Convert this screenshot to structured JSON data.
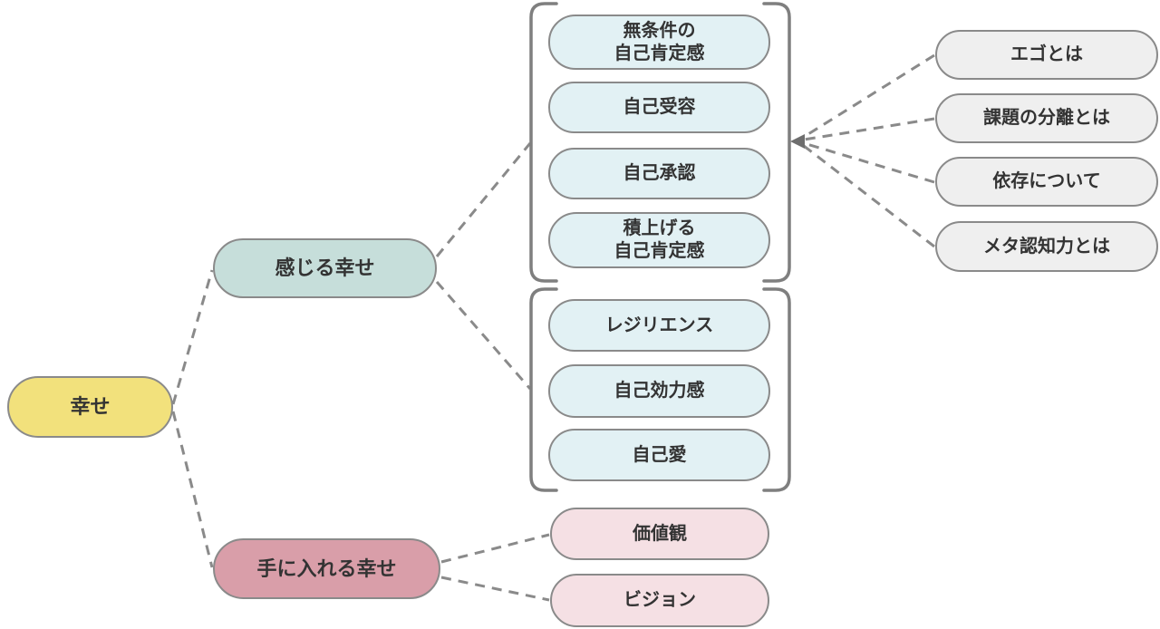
{
  "colors": {
    "background": "#FFFFFF",
    "root_fill": "#F2E17C",
    "feel_branch_fill": "#C6DEDA",
    "obtain_branch_fill": "#D99EA9",
    "blue_child_fill": "#E2F1F4",
    "pink_child_fill": "#F5E0E4",
    "gray_topic_fill": "#EFEFEF",
    "node_border": "#8A8A8A",
    "connector": "#8A8A8A",
    "text": "#333333"
  },
  "mindmap": {
    "root": {
      "label": "幸せ"
    },
    "branches": {
      "feel": {
        "label": "感じる幸せ"
      },
      "obtain": {
        "label": "手に入れる幸せ"
      }
    },
    "group1": {
      "nodes": [
        {
          "label": "無条件の\n自己肯定感"
        },
        {
          "label": "自己受容"
        },
        {
          "label": "自己承認"
        },
        {
          "label": "積上げる\n自己肯定感"
        }
      ]
    },
    "group2": {
      "nodes": [
        {
          "label": "レジリエンス"
        },
        {
          "label": "自己効力感"
        },
        {
          "label": "自己愛"
        }
      ]
    },
    "obtain_children": [
      {
        "label": "価値観"
      },
      {
        "label": "ビジョン"
      }
    ],
    "topics": [
      {
        "label": "エゴとは"
      },
      {
        "label": "課題の分離とは"
      },
      {
        "label": "依存について"
      },
      {
        "label": "メタ認知力とは"
      }
    ]
  }
}
